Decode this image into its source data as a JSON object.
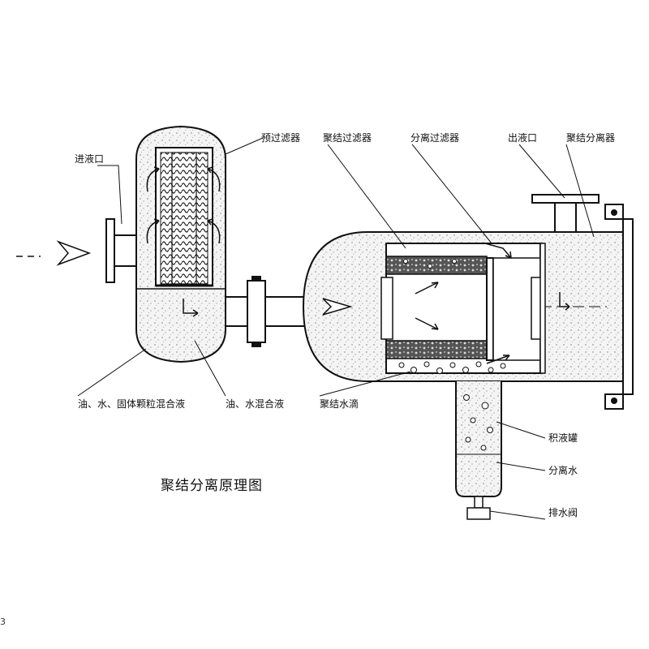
{
  "title": "聚结分离原理图",
  "labels": {
    "inlet": "进液口",
    "prefilter": "预过滤器",
    "coalescing_filter": "聚结过滤器",
    "separation_filter": "分离过滤器",
    "outlet": "出液口",
    "coalescing_separator": "聚结分离器",
    "oil_water_solid_mix": "油、水、固体颗粒混合液",
    "oil_water_mix": "油、水混合液",
    "coalesced_water_drops": "聚结水滴",
    "sump_tank": "积液罐",
    "separated_water": "分离水",
    "drain_valve": "排水阀"
  },
  "edge_glyph": "3"
}
